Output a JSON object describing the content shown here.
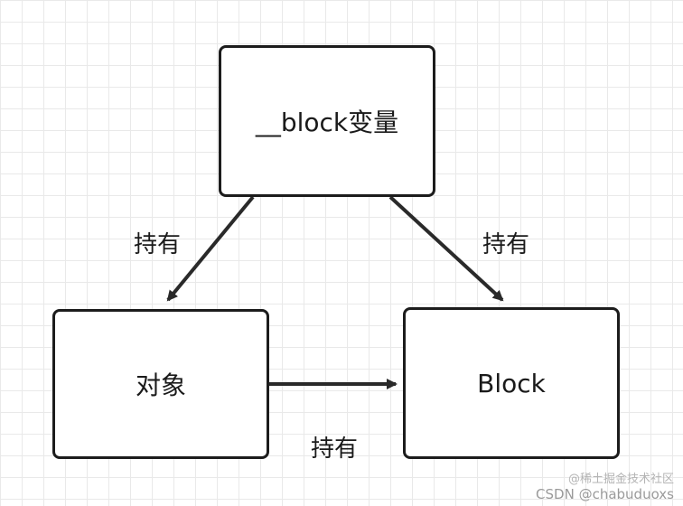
{
  "nodes": {
    "block_variable": {
      "label": "__block变量"
    },
    "object": {
      "label": "对象"
    },
    "block": {
      "label": "Block"
    }
  },
  "edges": {
    "var_to_object": {
      "label": "持有"
    },
    "var_to_block": {
      "label": "持有"
    },
    "object_to_block": {
      "label": "持有"
    }
  },
  "watermark": {
    "site": "@稀土掘金技术社区",
    "author": "CSDN @chabuduoxs"
  },
  "colors": {
    "stroke": "#1c1c1c",
    "grid": "#e9e9e9",
    "background": "#ffffff"
  }
}
